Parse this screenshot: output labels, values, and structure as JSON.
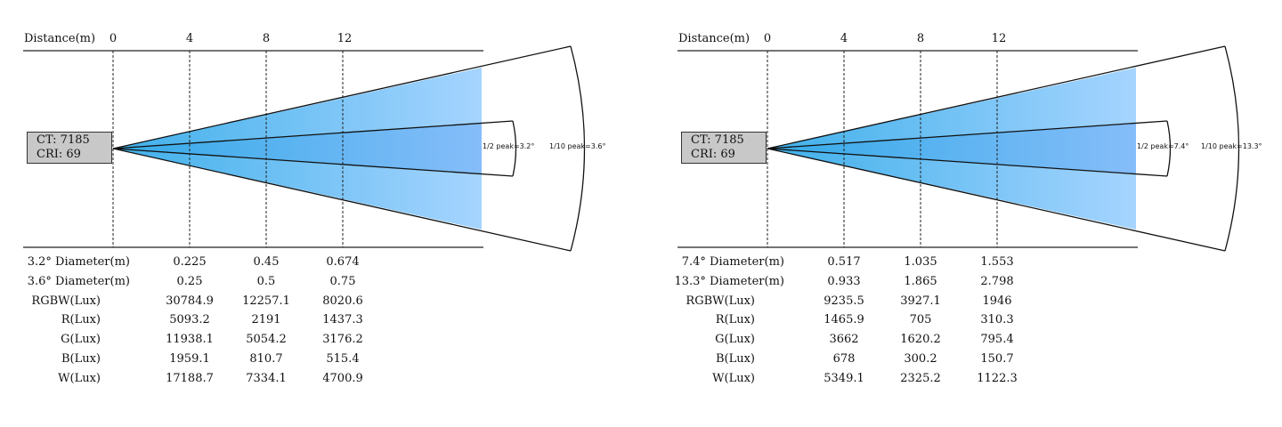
{
  "diagrams": [
    {
      "distance_label": "Distance(m)",
      "distance_ticks": [
        "0",
        "4",
        "8",
        "12"
      ],
      "ct_label": "CT: 7185",
      "cri_label": "CRI: 69",
      "half_peak_label": "1/2 peak=3.2°",
      "tenth_peak_label": "1/10 peak=3.6°",
      "rows": [
        {
          "label": "3.2° Diameter(m)",
          "values": [
            "0.225",
            "0.45",
            "0.674"
          ]
        },
        {
          "label": "3.6° Diameter(m)",
          "values": [
            "0.25",
            "0.5",
            "0.75"
          ]
        },
        {
          "label": "RGBW(Lux)",
          "values": [
            "30784.9",
            "12257.1",
            "8020.6"
          ]
        },
        {
          "label": "R(Lux)",
          "values": [
            "5093.2",
            "2191",
            "1437.3"
          ]
        },
        {
          "label": "G(Lux)",
          "values": [
            "11938.1",
            "5054.2",
            "3176.2"
          ]
        },
        {
          "label": "B(Lux)",
          "values": [
            "1959.1",
            "810.7",
            "515.4"
          ]
        },
        {
          "label": "W(Lux)",
          "values": [
            "17188.7",
            "7334.1",
            "4700.9"
          ]
        }
      ]
    },
    {
      "distance_label": "Distance(m)",
      "distance_ticks": [
        "0",
        "4",
        "8",
        "12"
      ],
      "ct_label": "CT: 7185",
      "cri_label": "CRI: 69",
      "half_peak_label": "1/2 peak=7.4°",
      "tenth_peak_label": "1/10 peak=13.3°",
      "rows": [
        {
          "label": "7.4° Diameter(m)",
          "values": [
            "0.517",
            "1.035",
            "1.553"
          ]
        },
        {
          "label": "13.3° Diameter(m)",
          "values": [
            "0.933",
            "1.865",
            "2.798"
          ]
        },
        {
          "label": "RGBW(Lux)",
          "values": [
            "9235.5",
            "3927.1",
            "1946"
          ]
        },
        {
          "label": "R(Lux)",
          "values": [
            "1465.9",
            "705",
            "310.3"
          ]
        },
        {
          "label": "G(Lux)",
          "values": [
            "3662",
            "1620.2",
            "795.4"
          ]
        },
        {
          "label": "B(Lux)",
          "values": [
            "678",
            "300.2",
            "150.7"
          ]
        },
        {
          "label": "W(Lux)",
          "values": [
            "5349.1",
            "2325.2",
            "1122.3"
          ]
        }
      ]
    }
  ],
  "colors": {
    "beam_light": "#a8d8ff",
    "beam_mid": "#6ec6f5",
    "beam_dark": "#48a8e8",
    "box_fill": "#c8c8c8"
  }
}
